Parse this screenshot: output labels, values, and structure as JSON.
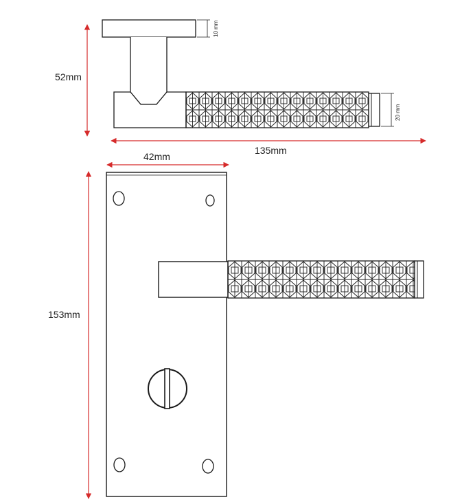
{
  "diagram": {
    "type": "technical-drawing",
    "colors": {
      "dimension_line": "#d62b2b",
      "outline": "#1a1a1a",
      "background": "#ffffff"
    },
    "dimensions": {
      "rose_thickness": "10 mm",
      "lever_diameter": "20 mm",
      "projection": "52mm",
      "lever_length": "135mm",
      "backplate_width": "42mm",
      "backplate_height": "153mm"
    },
    "views": [
      "side-view",
      "front-view"
    ]
  }
}
